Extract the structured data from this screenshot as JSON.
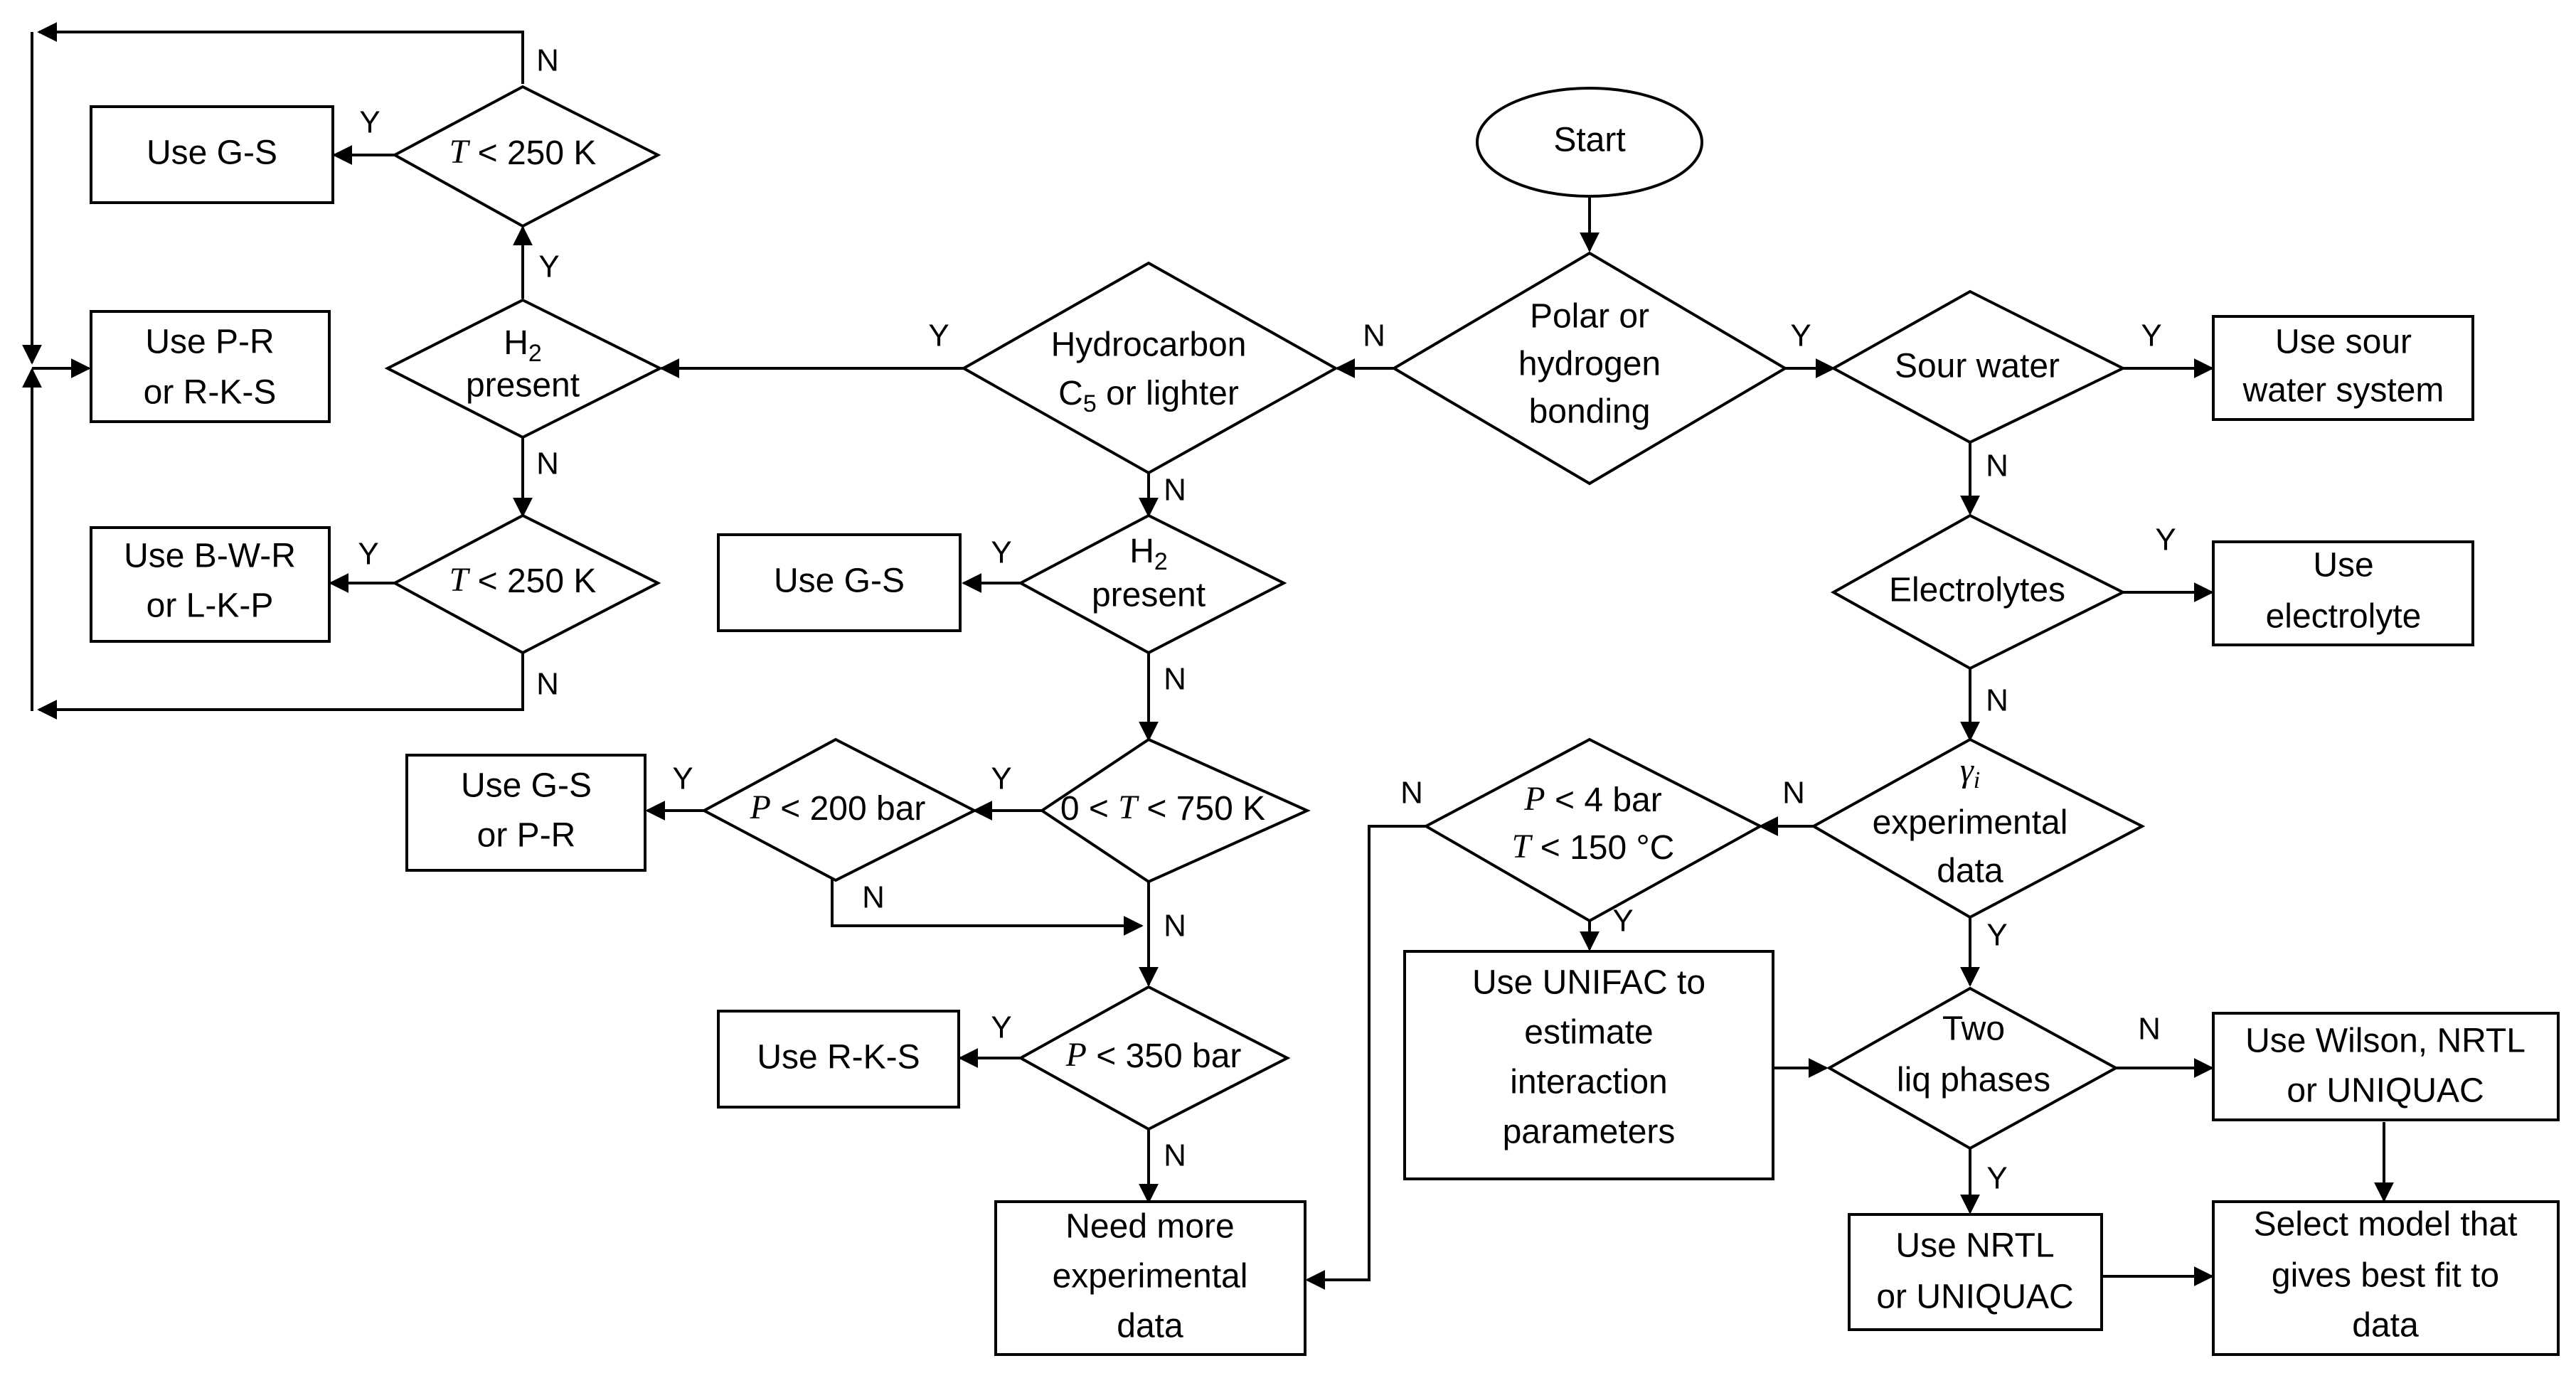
{
  "start": "Start",
  "decisions": {
    "polar": [
      "Polar or",
      "hydrogen",
      "bonding"
    ],
    "hydrocarbon": [
      "Hydrocarbon",
      "C",
      "5",
      "or lighter"
    ],
    "h2_left": [
      "H",
      "2",
      "present"
    ],
    "h2_mid": [
      "H",
      "2",
      "present"
    ],
    "t250_top": [
      "T",
      " < 250 K"
    ],
    "t250_bottom": [
      "T",
      " < 250 K"
    ],
    "t750": [
      "0 < ",
      "T",
      " < 750 K"
    ],
    "p200": [
      "P",
      " < 200 bar"
    ],
    "p350": [
      "P",
      " < 350 bar"
    ],
    "sour": [
      "Sour water"
    ],
    "electrolytes": [
      "Electrolytes"
    ],
    "gamma": [
      "γ",
      "i",
      "experimental",
      "data"
    ],
    "p4": [
      "P",
      " < 4 bar",
      "T",
      " < 150 °C"
    ],
    "two_liq": [
      "Two",
      "liq phases"
    ]
  },
  "boxes": {
    "gs_top": [
      "Use G-S"
    ],
    "pr_rks": [
      "Use P-R",
      "or R-K-S"
    ],
    "bwr_lkp": [
      "Use B-W-R",
      "or L-K-P"
    ],
    "gs_mid": [
      "Use G-S"
    ],
    "gs_pr": [
      "Use G-S",
      "or P-R"
    ],
    "rks": [
      "Use R-K-S"
    ],
    "need_more": [
      "Need more",
      "experimental",
      "data"
    ],
    "sour_sys": [
      "Use sour",
      "water system"
    ],
    "electrolyte": [
      "Use",
      "electrolyte"
    ],
    "unifac": [
      "Use UNIFAC to",
      "estimate",
      "interaction",
      "parameters"
    ],
    "wilson": [
      "Use Wilson, NRTL",
      "or UNIQUAC"
    ],
    "nrtl": [
      "Use NRTL",
      "or UNIQUAC"
    ],
    "select": [
      "Select model that",
      "gives best fit to",
      "data"
    ]
  },
  "edge_labels": {
    "yes": "Y",
    "no": "N"
  }
}
